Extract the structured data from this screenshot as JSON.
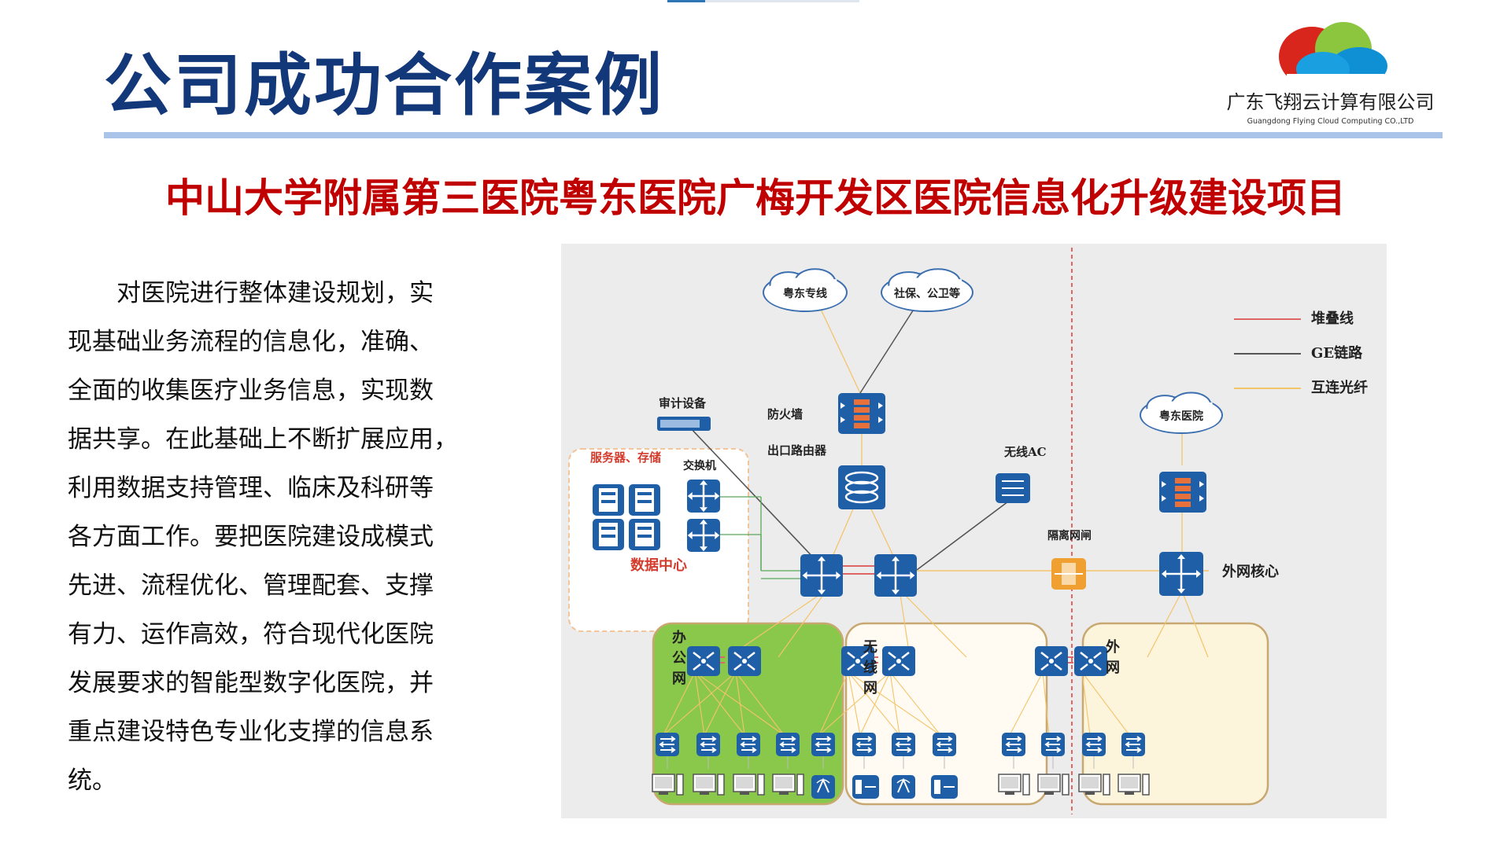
{
  "header": {
    "title": "公司成功合作案例",
    "logo_cn": "广东飞翔云计算有限公司",
    "logo_en": "Guangdong Flying Cloud Computing CO.,LTD"
  },
  "project_title": "中山大学附属第三医院粤东医院广梅开发区医院信息化升级建设项目",
  "description_lines": [
    "　　对医院进行整体建设规划，实",
    "现基础业务流程的信息化，准确、",
    "全面的收集医疗业务信息，实现数",
    "据共享。在此基础上不断扩展应用，",
    "利用数据支持管理、临床及科研等",
    "各方面工作。要把医院建设成模式",
    "先进、流程优化、管理配套、支撑",
    "有力、运作高效，符合现代化医院",
    "发展要求的智能型数字化医院，并",
    "重点建设特色专业化支撑的信息系",
    "统。"
  ],
  "diagram": {
    "clouds": [
      "粤东专线",
      "社保、公卫等",
      "粤东医院"
    ],
    "labels": {
      "audit": "审计设备",
      "firewall": "防火墙",
      "router": "出口路由器",
      "wireless_ac": "无线AC",
      "servers": "服务器、存储",
      "switch": "交换机",
      "data_center": "数据中心",
      "gap": "隔离网闸",
      "outer_core": "外网核心",
      "office_net": "办公网",
      "wireless_net": "无线网",
      "outer_net": "外网"
    },
    "legend": [
      {
        "label": "堆叠线",
        "color": "#e06666"
      },
      {
        "label": "GE链路",
        "color": "#555555"
      },
      {
        "label": "互连光纤",
        "color": "#f4c46a"
      }
    ],
    "colors": {
      "device": "#1f5fa8",
      "firewall_accent": "#e8703a",
      "gap_device": "#f0a030",
      "office_zone": "#8ac84c",
      "wireless_zone": "#fffbf2",
      "outer_zone": "#fdf4dc",
      "zone_border": "#c8a870",
      "data_center_border": "#f4c49a",
      "divider": "#e06666",
      "label_red": "#d33c2c"
    },
    "icons": [
      "cloud-icon",
      "firewall-icon",
      "router-icon",
      "core-switch-icon",
      "access-switch-icon",
      "server-icon",
      "computer-icon",
      "wireless-ap-icon",
      "gateway-icon",
      "audit-device-icon",
      "wireless-controller-icon"
    ]
  }
}
